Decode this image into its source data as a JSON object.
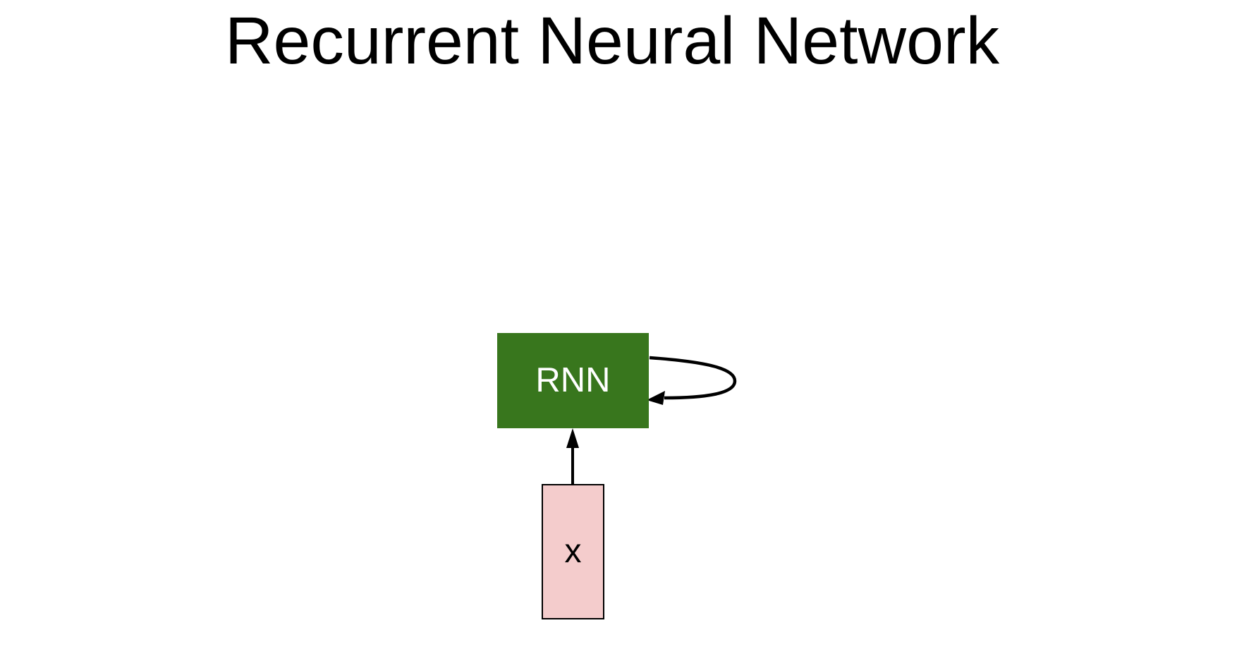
{
  "title": "Recurrent Neural Network",
  "background": "#FFFFFF",
  "title_color": "#000000",
  "diagram": {
    "rnn_block": {
      "label": "RNN",
      "fill": "#38761D",
      "text_color": "#FFFFFF"
    },
    "input_block": {
      "label": "x",
      "fill": "#F4CCCC",
      "border_color": "#000000",
      "text_color": "#000000"
    },
    "edges": [
      {
        "name": "input-to-rnn-arrow",
        "from": "x",
        "to": "RNN",
        "type": "straight-up-arrow"
      },
      {
        "name": "rnn-self-loop-arrow",
        "from": "RNN",
        "to": "RNN",
        "type": "self-loop-right"
      }
    ],
    "arrow_color": "#000000"
  }
}
